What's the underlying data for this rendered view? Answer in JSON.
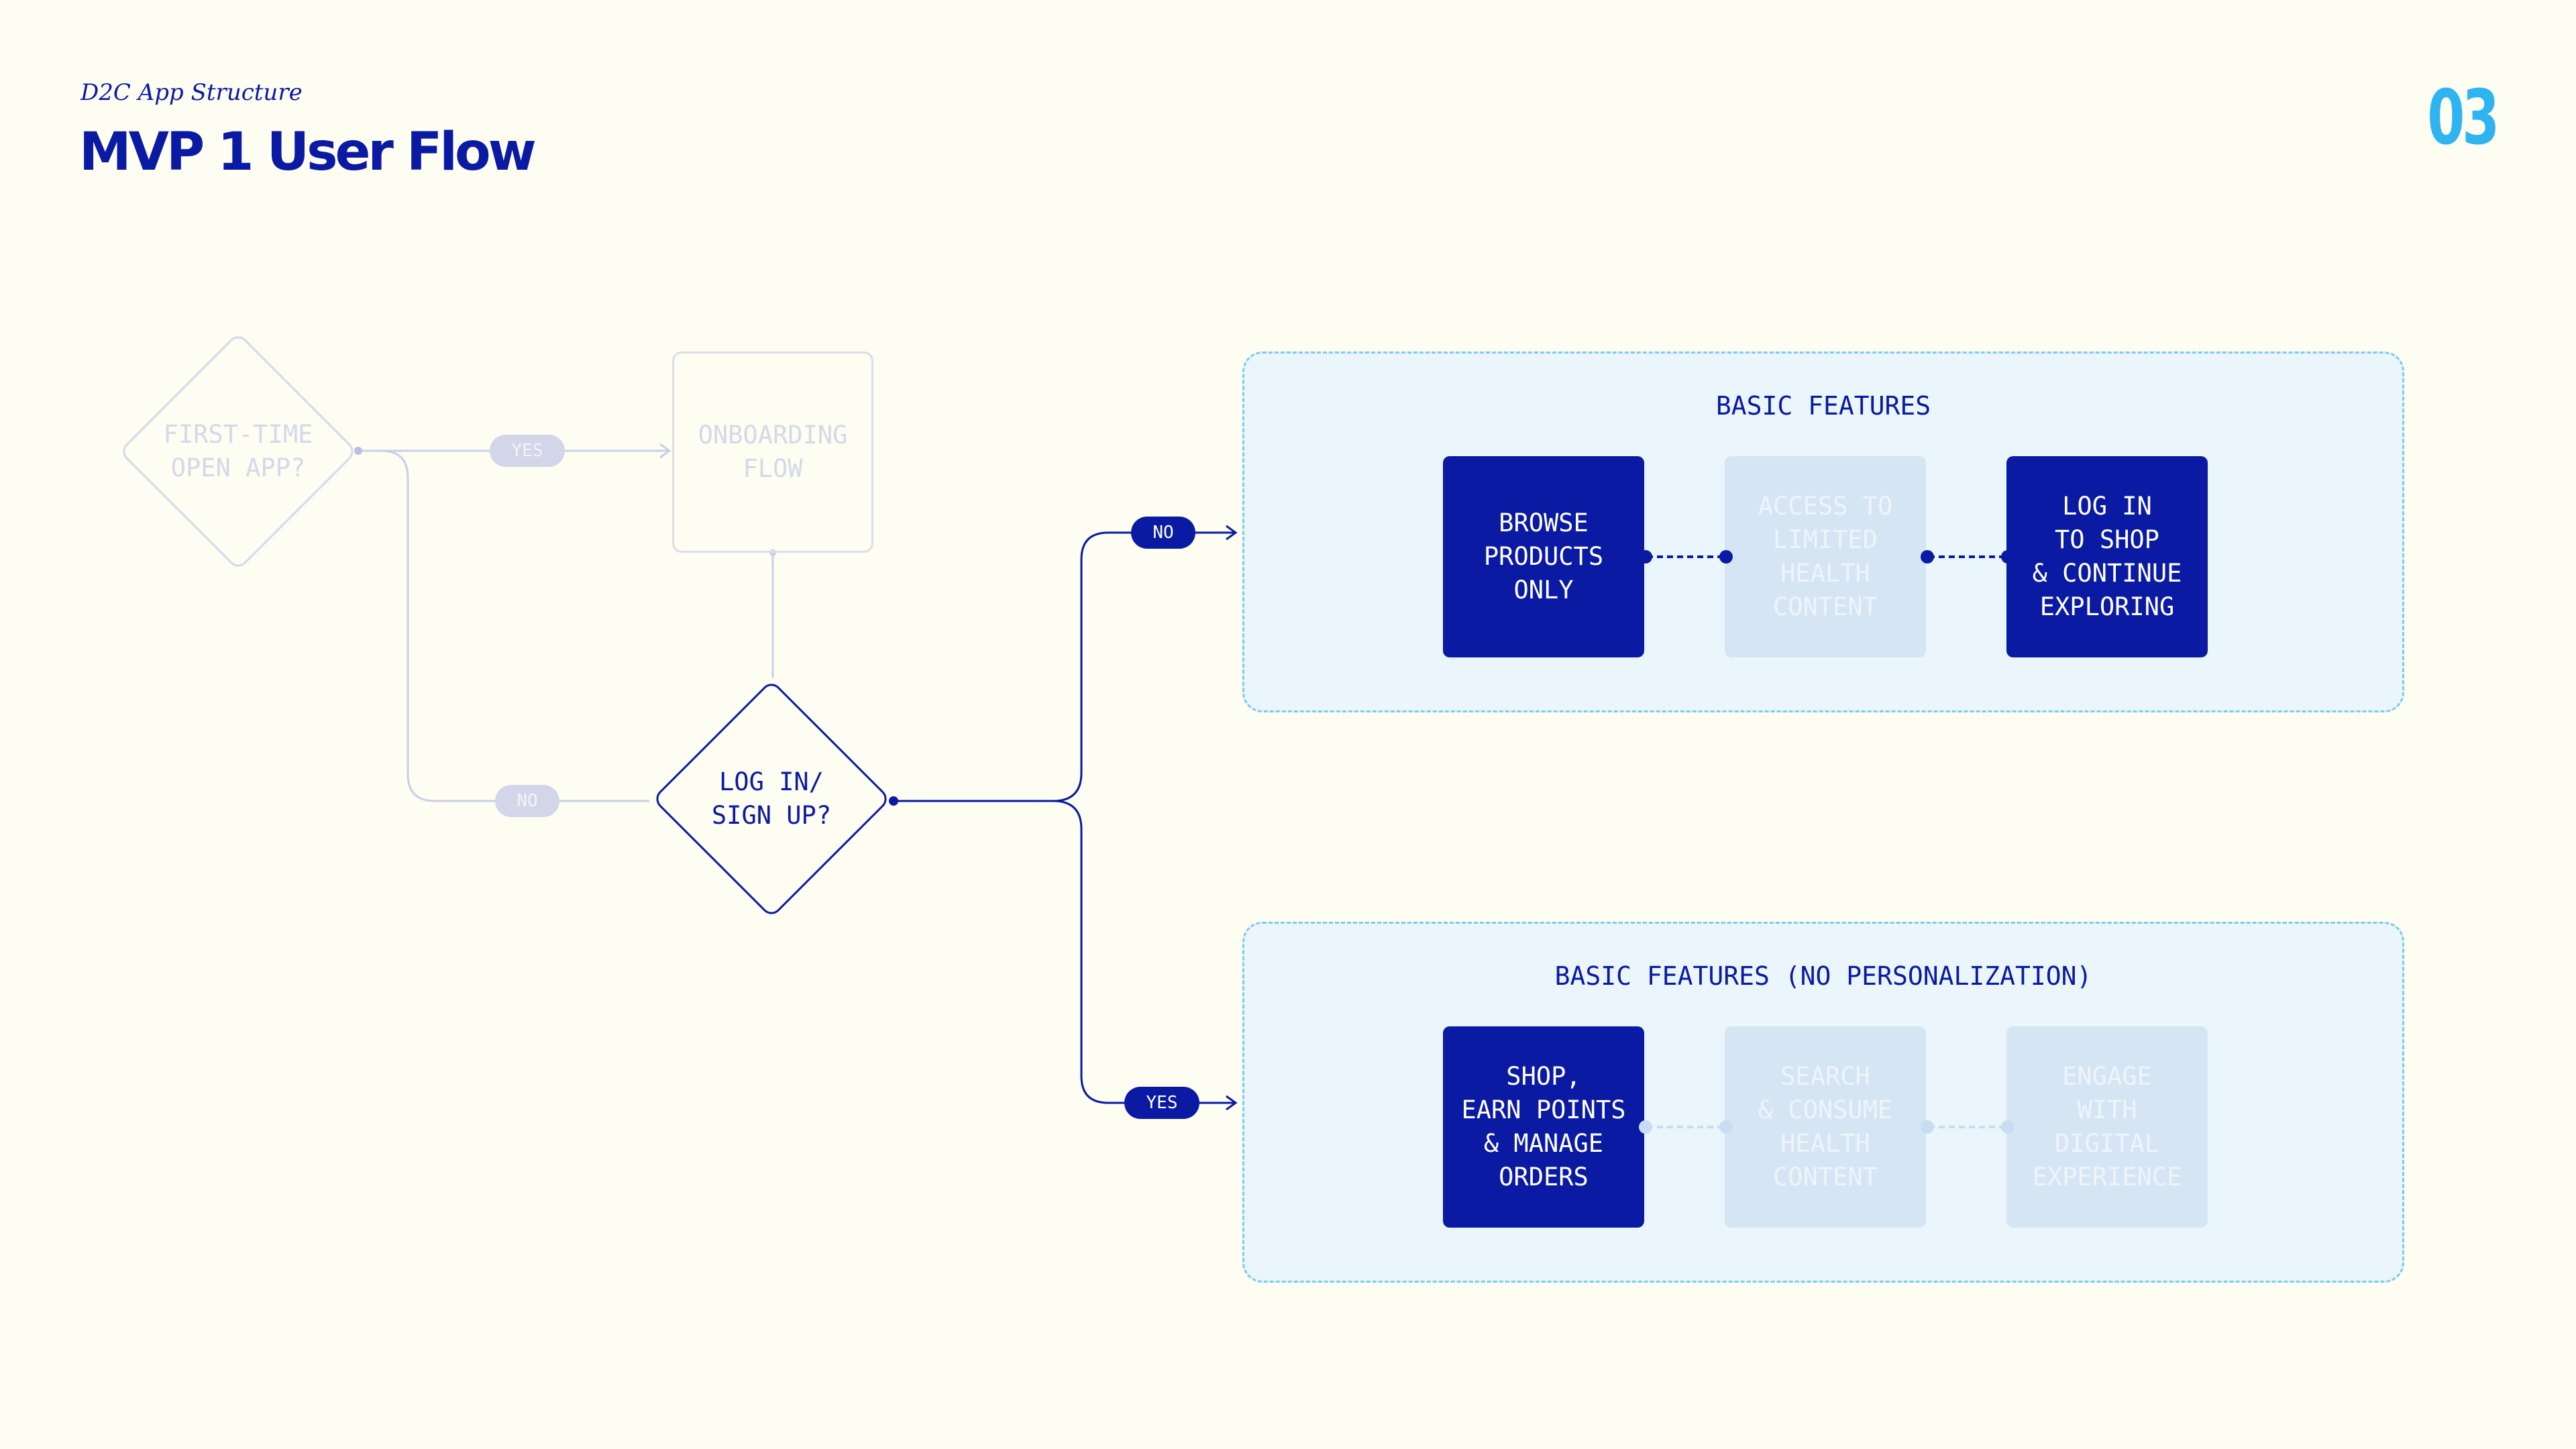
{
  "header": {
    "subtitle": "D2C App Structure",
    "title": "MVP 1 User Flow",
    "page_number": "03"
  },
  "flow": {
    "first_time": {
      "label": "FIRST-TIME\nOPEN APP?",
      "state": "inactive"
    },
    "onboarding": {
      "label": "ONBOARDING\nFLOW",
      "state": "inactive"
    },
    "login_decision": {
      "label": "LOG IN/\nSIGN UP?",
      "state": "active"
    },
    "edges": {
      "first_time_yes": "YES",
      "first_time_no": "NO",
      "login_no": "NO",
      "login_yes": "YES"
    }
  },
  "groups": [
    {
      "title": "BASIC FEATURES",
      "cards": [
        {
          "label": "BROWSE\nPRODUCTS\nONLY",
          "active": true
        },
        {
          "label": "ACCESS TO\nLIMITED\nHEALTH\nCONTENT",
          "active": false
        },
        {
          "label": "LOG IN\nTO SHOP\n& CONTINUE\nEXPLORING",
          "active": true
        }
      ]
    },
    {
      "title": "BASIC FEATURES (NO PERSONALIZATION)",
      "cards": [
        {
          "label": "SHOP,\nEARN POINTS\n& MANAGE\nORDERS",
          "active": true
        },
        {
          "label": "SEARCH\n& CONSUME\nHEALTH\nCONTENT",
          "active": false
        },
        {
          "label": "ENGAGE\nWITH\nDIGITAL\nEXPERIENCE",
          "active": false
        }
      ]
    }
  ],
  "colors": {
    "background": "#FDFDF1",
    "primary": "#0A1AA3",
    "accent": "#2FB4F2",
    "group_border": "#7CCBF2",
    "group_fill": "#EAF6FC",
    "inactive": "#D4D9EA"
  }
}
